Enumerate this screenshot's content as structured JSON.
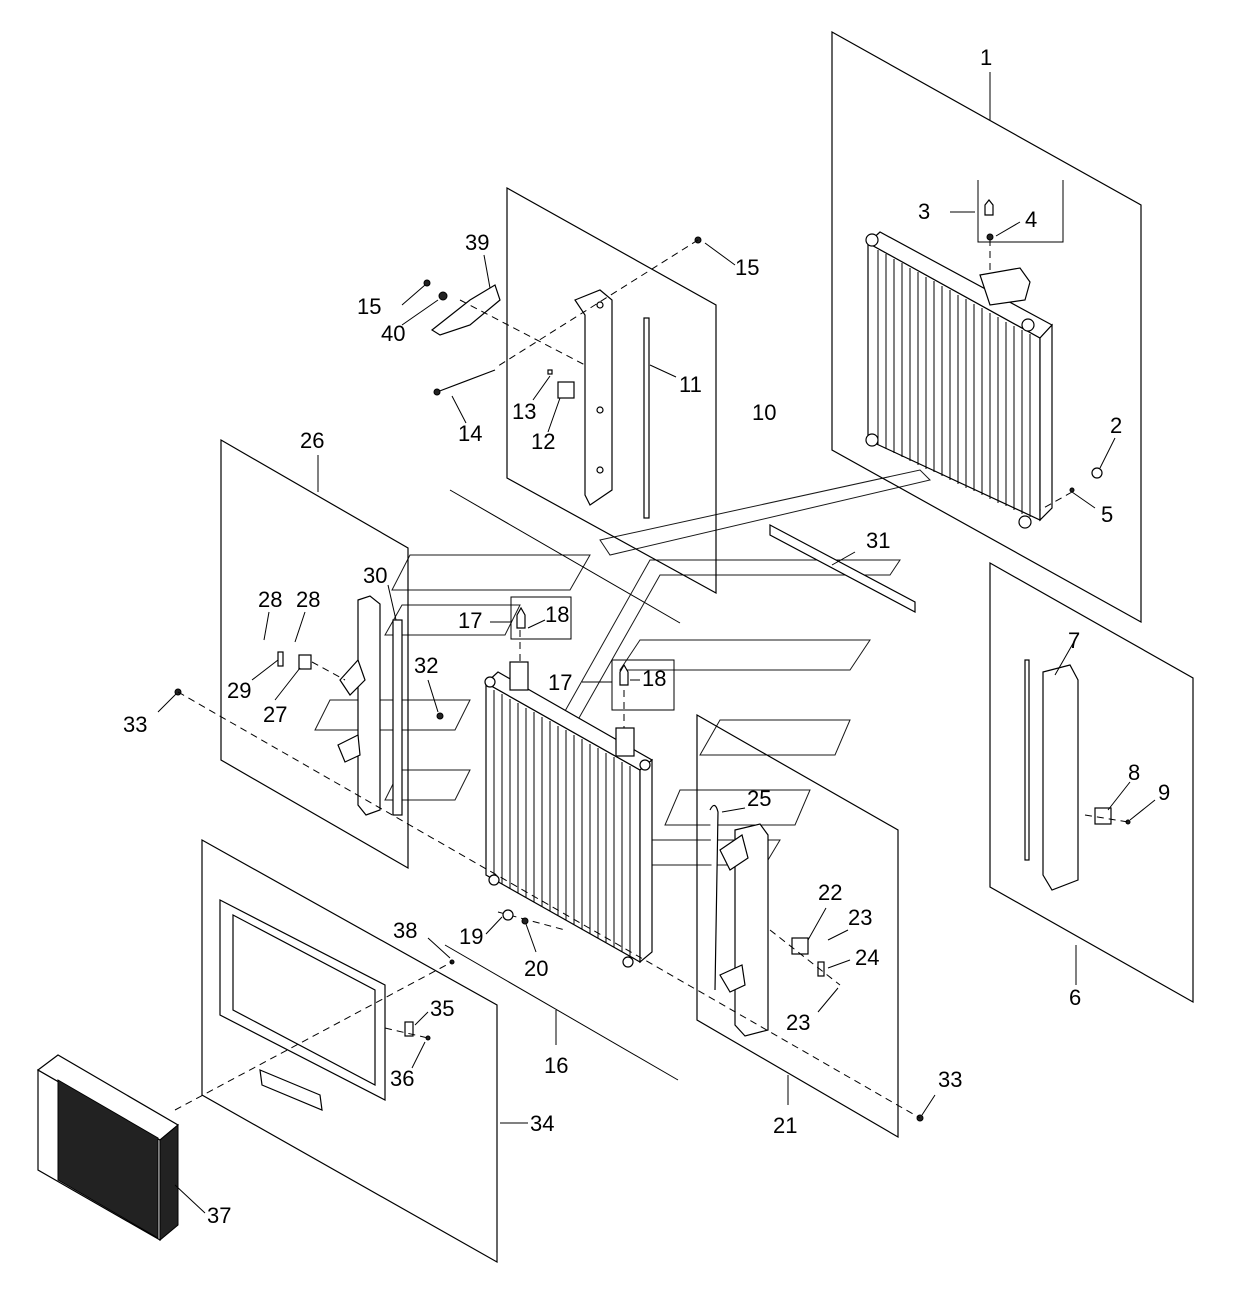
{
  "callouts": {
    "c1": "1",
    "c2": "2",
    "c3": "3",
    "c4": "4",
    "c5": "5",
    "c6": "6",
    "c7": "7",
    "c8": "8",
    "c9": "9",
    "c10": "10",
    "c11": "11",
    "c12": "12",
    "c13": "13",
    "c14": "14",
    "c15a": "15",
    "c15b": "15",
    "c16": "16",
    "c17a": "17",
    "c17b": "17",
    "c18a": "18",
    "c18b": "18",
    "c19": "19",
    "c20": "20",
    "c21": "21",
    "c22": "22",
    "c23a": "23",
    "c23b": "23",
    "c24": "24",
    "c25": "25",
    "c26": "26",
    "c27": "27",
    "c28a": "28",
    "c28b": "28",
    "c29": "29",
    "c30": "30",
    "c31": "31",
    "c32": "32",
    "c33a": "33",
    "c33b": "33",
    "c34": "34",
    "c35": "35",
    "c36": "36",
    "c37": "37",
    "c38": "38",
    "c39": "39",
    "c40": "40"
  }
}
